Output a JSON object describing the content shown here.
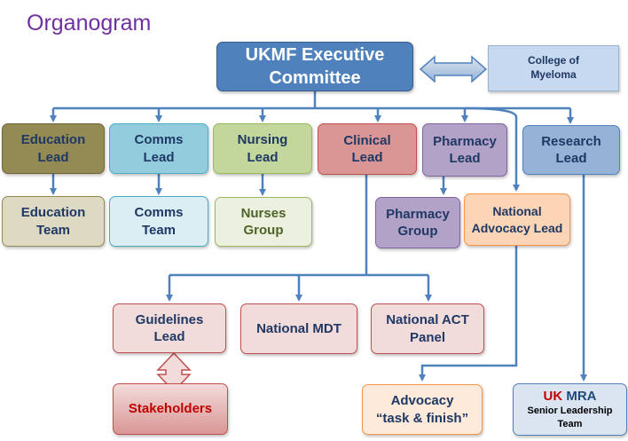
{
  "title": "Organogram",
  "exec": {
    "line1": "UKMF Executive",
    "line2": "Committee"
  },
  "college": {
    "line1": "College of",
    "line2": "Myeloma"
  },
  "leads": {
    "education": {
      "line1": "Education",
      "line2": "Lead"
    },
    "comms": {
      "line1": "Comms",
      "line2": "Lead"
    },
    "nursing": {
      "line1": "Nursing",
      "line2": "Lead"
    },
    "clinical": {
      "line1": "Clinical",
      "line2": "Lead"
    },
    "pharmacy": {
      "line1": "Pharmacy",
      "line2": "Lead"
    },
    "research": {
      "line1": "Research",
      "line2": "Lead"
    }
  },
  "teams": {
    "education": {
      "line1": "Education",
      "line2": "Team"
    },
    "comms": {
      "line1": "Comms",
      "line2": "Team"
    },
    "nurses": {
      "line1": "Nurses",
      "line2": "Group"
    },
    "pharmacy": {
      "line1": "Pharmacy",
      "line2": "Group"
    },
    "advocacy_lead": {
      "line1": "National",
      "line2": "Advocacy Lead"
    }
  },
  "clinical_units": {
    "guidelines": {
      "line1": "Guidelines",
      "line2": "Lead"
    },
    "mdt": "National MDT",
    "act": {
      "line1": "National ACT",
      "line2": "Panel"
    }
  },
  "stakeholders": "Stakeholders",
  "advocacy": {
    "line1": "Advocacy",
    "line2": "“task & finish”"
  },
  "ukmra": {
    "uk": "UK",
    "mra": "MRA",
    "line2": "Senior Leadership",
    "line3": "Team"
  },
  "colors": {
    "connector": "#4f81bd",
    "title": "#7030a0"
  }
}
